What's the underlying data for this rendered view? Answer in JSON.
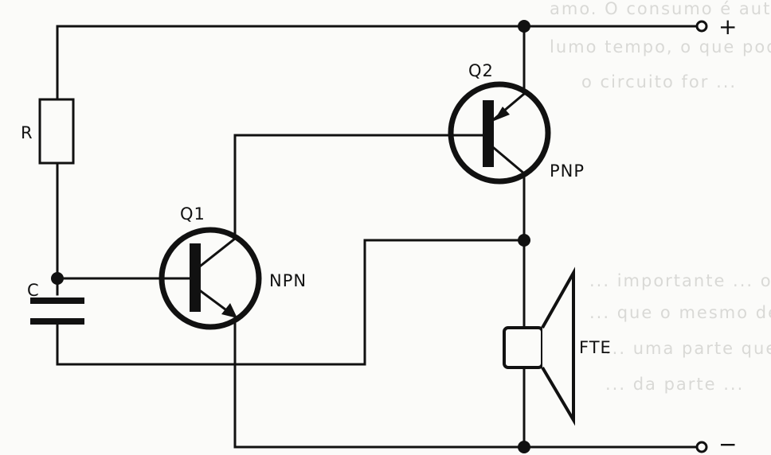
{
  "labels": {
    "resistor": "R",
    "capacitor": "C",
    "transistor_q1": "Q1",
    "transistor_q1_type": "NPN",
    "transistor_q2": "Q2",
    "transistor_q2_type": "PNP",
    "speaker": "FTE",
    "terminal_positive": "+",
    "terminal_negative": "−"
  },
  "background_text": [
    "amo. O consumo é automático se o bitola desse o alarme a",
    "lumo tempo, o que pode ser notado se quando o consumo",
    "o circuito for ...",
    "... importante ... o mesmo deve ... ",
    "... que o mesmo deve ser ... Alimentação ...",
    "... uma parte que parte do circuito ...",
    "... da parte ..."
  ],
  "colors": {
    "ink": "#111111",
    "paper": "#fbfbf9",
    "ghost_text": "#d9d9d6"
  }
}
